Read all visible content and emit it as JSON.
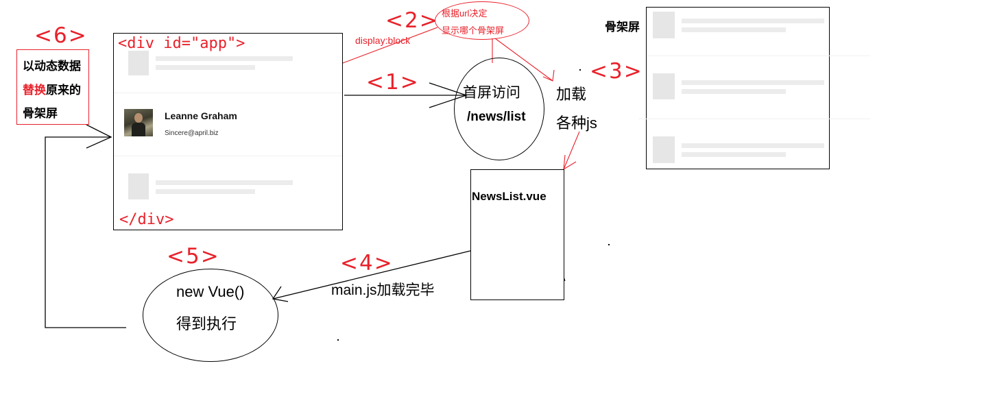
{
  "steps": {
    "s1": "<1>",
    "s2": "<2>",
    "s3": "<3>",
    "s4": "<4>",
    "s5": "<5>",
    "s6": "<6>"
  },
  "app_box": {
    "open_tag": "<div id=\"app\">",
    "close_tag": "</div>",
    "user_name": "Leanne Graham",
    "user_email": "Sincere@april.biz"
  },
  "note6": {
    "line1": "以动态数据",
    "line2_highlight": "替换",
    "line2_rest": "原来的",
    "line3": "骨架屏"
  },
  "display_label": "display:block",
  "note2": {
    "line1": "根据url决定",
    "line2": "显示哪个骨架屏"
  },
  "first_visit": {
    "line1": "首屏访问",
    "line2": "/news/list"
  },
  "load_js": {
    "line1": "加载",
    "line2": "各种js"
  },
  "skeleton_label": "骨架屏",
  "newslist_label": "NewsList.vue",
  "main_loaded": "main.js加载完毕",
  "new_vue": {
    "line1": "new Vue()",
    "line2": "得到执行"
  },
  "colors": {
    "annotation_red": "#e8212a",
    "skeleton_gray": "#e6e6e6"
  }
}
